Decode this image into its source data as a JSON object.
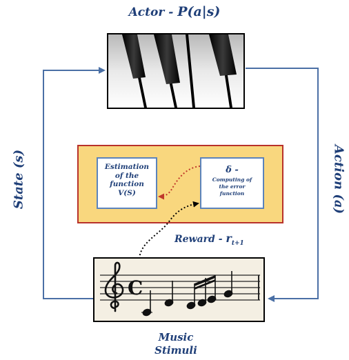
{
  "actor": {
    "label": "Actor - ",
    "math": "P(a|s)"
  },
  "critic": {
    "estimation": {
      "line1": "Estimation",
      "line2": "of the",
      "line3": "function",
      "line4": "V(S)"
    },
    "delta": {
      "symbol": "δ -",
      "line1": "Computing of",
      "line2": "the error",
      "line3": "function"
    }
  },
  "state_label": "State (s)",
  "action_label": "Action (a)",
  "reward": {
    "label": "Reward - ",
    "symbol": "r",
    "subscript": "t+1"
  },
  "stimuli": {
    "line1": "Music",
    "line2": "Stimuli"
  },
  "colors": {
    "arrow": "#4a6fa5",
    "text": "#1f3f78",
    "panel_fill": "#f9d77e",
    "panel_border": "#b8312a",
    "box_border": "#5b83bc",
    "dotted_red": "#c0392b"
  },
  "icons": [
    "piano-keys-image",
    "music-score-image"
  ]
}
